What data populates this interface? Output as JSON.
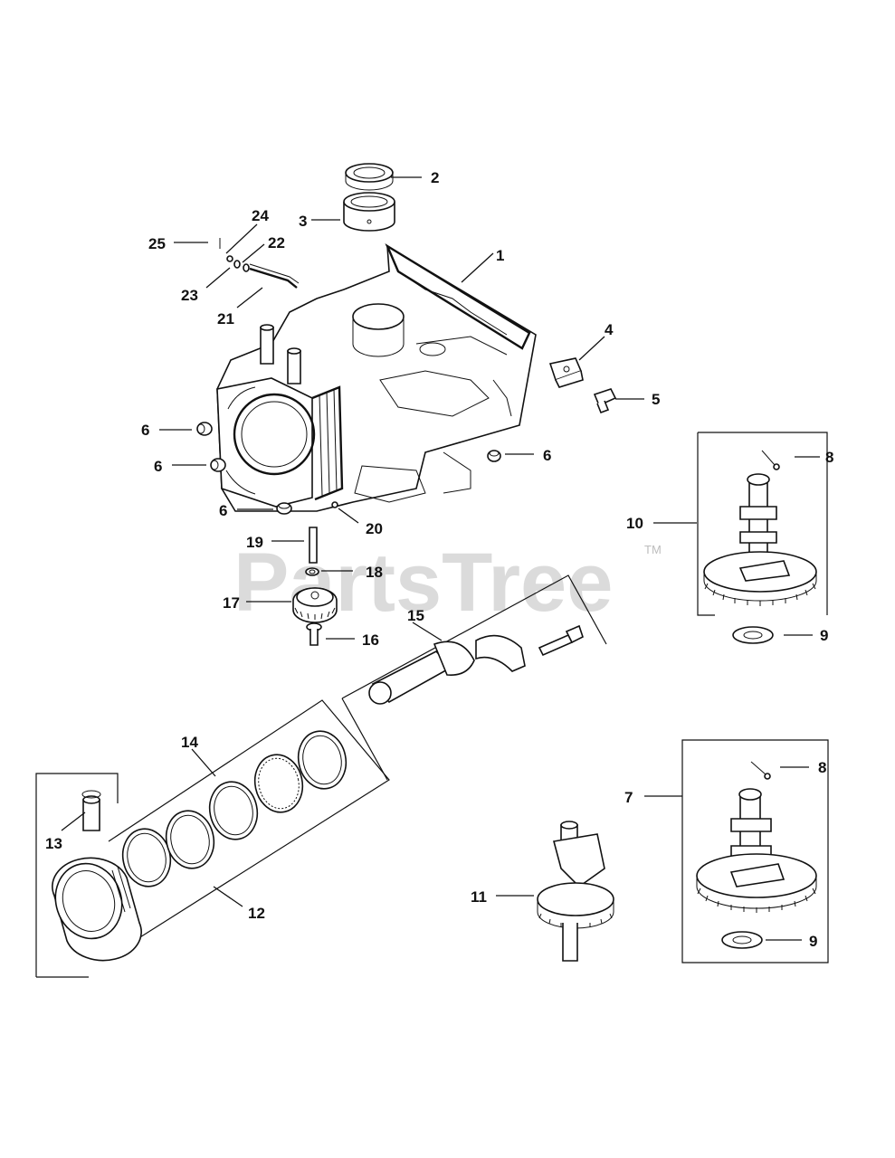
{
  "watermark": {
    "text": "PartsTree",
    "trademark": "TM"
  },
  "callouts": [
    {
      "id": "c1",
      "label": "1"
    },
    {
      "id": "c2",
      "label": "2"
    },
    {
      "id": "c3",
      "label": "3"
    },
    {
      "id": "c4",
      "label": "4"
    },
    {
      "id": "c5",
      "label": "5"
    },
    {
      "id": "c6a",
      "label": "6"
    },
    {
      "id": "c6b",
      "label": "6"
    },
    {
      "id": "c6c",
      "label": "6"
    },
    {
      "id": "c6d",
      "label": "6"
    },
    {
      "id": "c7",
      "label": "7"
    },
    {
      "id": "c8a",
      "label": "8"
    },
    {
      "id": "c8b",
      "label": "8"
    },
    {
      "id": "c9a",
      "label": "9"
    },
    {
      "id": "c9b",
      "label": "9"
    },
    {
      "id": "c10",
      "label": "10"
    },
    {
      "id": "c11",
      "label": "11"
    },
    {
      "id": "c12",
      "label": "12"
    },
    {
      "id": "c13",
      "label": "13"
    },
    {
      "id": "c14",
      "label": "14"
    },
    {
      "id": "c15",
      "label": "15"
    },
    {
      "id": "c16",
      "label": "16"
    },
    {
      "id": "c17",
      "label": "17"
    },
    {
      "id": "c18",
      "label": "18"
    },
    {
      "id": "c19",
      "label": "19"
    },
    {
      "id": "c20",
      "label": "20"
    },
    {
      "id": "c21",
      "label": "21"
    },
    {
      "id": "c22",
      "label": "22"
    },
    {
      "id": "c23",
      "label": "23"
    },
    {
      "id": "c24",
      "label": "24"
    },
    {
      "id": "c25",
      "label": "25"
    }
  ]
}
